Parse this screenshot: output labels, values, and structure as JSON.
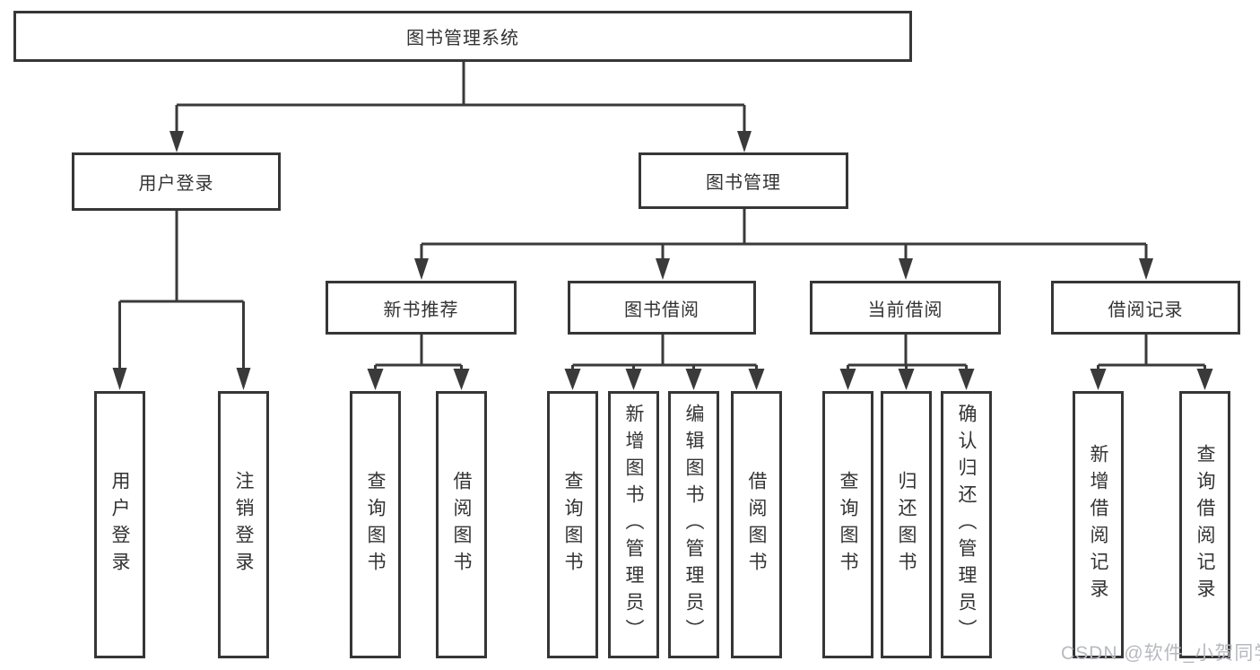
{
  "colors": {
    "line": "#3a3a3a",
    "box_border": "#363636",
    "text": "#333333",
    "background": "#ffffff",
    "watermark": "#b6bac0"
  },
  "tree": {
    "root": {
      "label": "图书管理系统"
    },
    "branches": [
      {
        "label": "用户登录",
        "children": [
          "用户登录",
          "注销登录"
        ]
      },
      {
        "label": "图书管理",
        "groups": [
          {
            "label": "新书推荐",
            "children": [
              "查询图书",
              "借阅图书"
            ]
          },
          {
            "label": "图书借阅",
            "children": [
              "查询图书",
              "新增图书（管理员）",
              "编辑图书（管理员）",
              "借阅图书"
            ]
          },
          {
            "label": "当前借阅",
            "children": [
              "查询图书",
              "归还图书",
              "确认归还（管理员）"
            ]
          },
          {
            "label": "借阅记录",
            "children": [
              "新增借阅记录",
              "查询借阅记录"
            ]
          }
        ]
      }
    ]
  },
  "watermark": "CSDN @软件_小贺同学"
}
